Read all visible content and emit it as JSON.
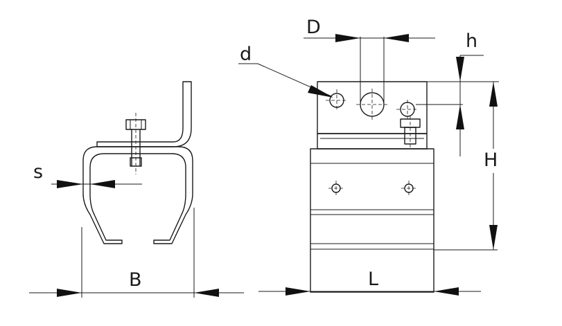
{
  "labels": {
    "s": "s",
    "B": "B",
    "d": "d",
    "D": "D",
    "h": "h",
    "H": "H",
    "L": "L"
  }
}
